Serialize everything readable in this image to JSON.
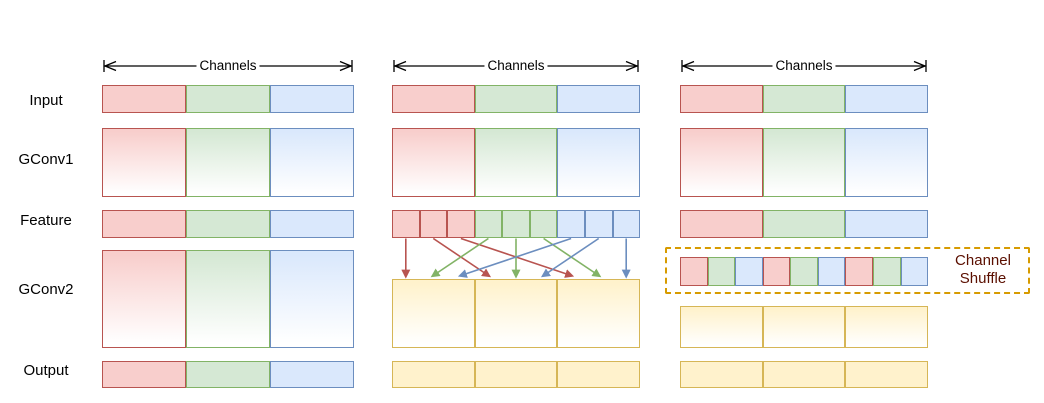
{
  "labels": {
    "rows": [
      "Input",
      "GConv1",
      "Feature",
      "GConv2",
      "Output"
    ],
    "channels": "Channels",
    "channel_shuffle": [
      "Channel",
      "Shuffle"
    ]
  },
  "colors": {
    "red_fill": "#f8cecc",
    "red_stroke": "#b85450",
    "green_fill": "#d5e8d4",
    "green_stroke": "#82b366",
    "blue_fill": "#dae8fc",
    "blue_stroke": "#6c8ebf",
    "yellow_fill": "#fff2cc",
    "yellow_stroke": "#d6b656",
    "shuffle_box_stroke": "#d79b00",
    "shuffle_text": "#5b0f00",
    "dimension_arrow": "#000000"
  },
  "panels": {
    "left": {
      "input": [
        "red",
        "green",
        "blue"
      ],
      "gconv1": [
        "red",
        "green",
        "blue"
      ],
      "feature": [
        "red",
        "green",
        "blue"
      ],
      "gconv2": [
        "red",
        "green",
        "blue"
      ],
      "output": [
        "red",
        "green",
        "blue"
      ]
    },
    "middle": {
      "input": [
        "red",
        "green",
        "blue"
      ],
      "gconv1": [
        "red",
        "green",
        "blue"
      ],
      "feature": [
        "red",
        "red",
        "red",
        "green",
        "green",
        "green",
        "blue",
        "blue",
        "blue"
      ],
      "gconv2": [
        "yellow",
        "yellow",
        "yellow"
      ],
      "output": [
        "yellow",
        "yellow",
        "yellow"
      ],
      "shuffle_arrows": {
        "source_colors": [
          "red",
          "red",
          "red",
          "green",
          "green",
          "green",
          "blue",
          "blue",
          "blue"
        ],
        "target_slots": [
          0,
          3,
          6,
          1,
          4,
          7,
          2,
          5,
          8
        ]
      }
    },
    "right": {
      "input": [
        "red",
        "green",
        "blue"
      ],
      "gconv1": [
        "red",
        "green",
        "blue"
      ],
      "feature": [
        "red",
        "green",
        "blue"
      ],
      "shuffled": [
        "red",
        "green",
        "blue",
        "red",
        "green",
        "blue",
        "red",
        "green",
        "blue"
      ],
      "gconv2": [
        "yellow",
        "yellow",
        "yellow"
      ],
      "output": [
        "yellow",
        "yellow",
        "yellow"
      ]
    }
  }
}
